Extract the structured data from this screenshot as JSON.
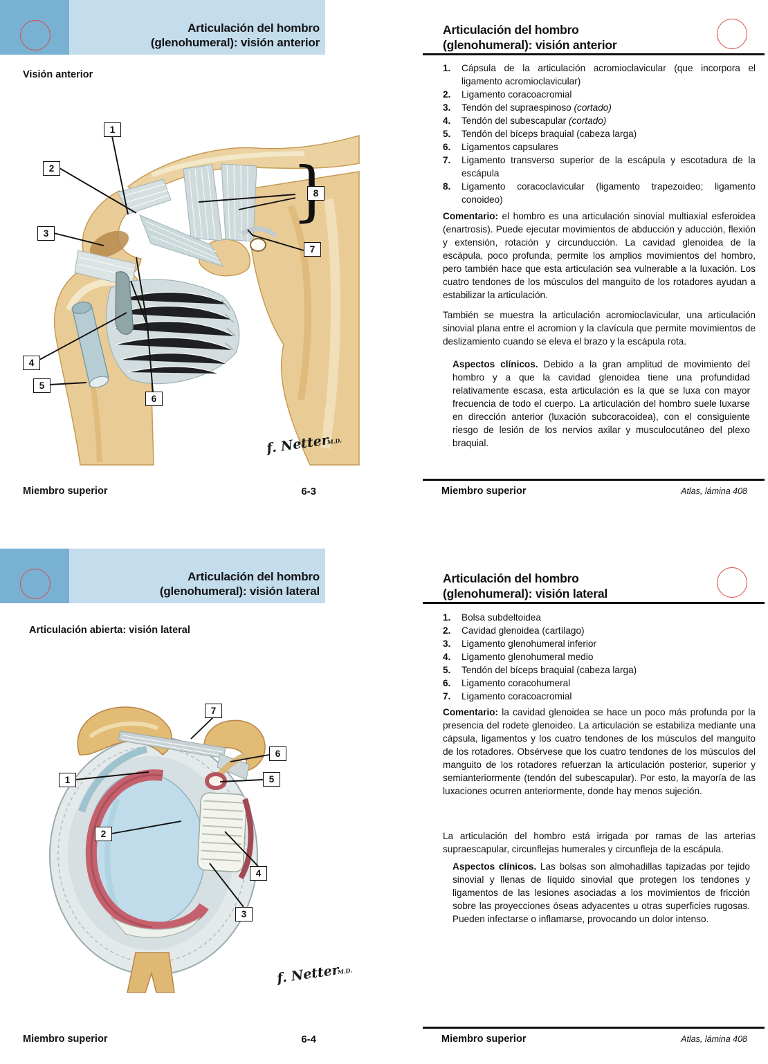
{
  "colors": {
    "band_light": "#c3dded",
    "band_dark": "#79b1d3",
    "punch_red": "#d94b4b",
    "text": "#111111",
    "bone": "#e9cb96",
    "bone_dark": "#c69a55",
    "ligament": "#d3dddf",
    "cavity_blue": "#c0dcea",
    "labrum_red": "#c4616d"
  },
  "cards": {
    "front_anterior": {
      "title_line1": "Articulación del hombro",
      "title_line2": "(glenohumeral): visión anterior",
      "caption": "Visión anterior",
      "labels": [
        "1",
        "2",
        "3",
        "4",
        "5",
        "6",
        "7",
        "8"
      ],
      "signature": "f. Netter",
      "signature_md": "M.D.",
      "footer_left": "Miembro superior",
      "footer_right": "6-3"
    },
    "back_anterior": {
      "title_line1": "Articulación del hombro",
      "title_line2": "(glenohumeral): visión anterior",
      "items": [
        {
          "n": "1.",
          "text": "Cápsula de la articulación acromioclavicular (que incorpora el ligamento acromioclavicular)",
          "it": ""
        },
        {
          "n": "2.",
          "text": "Ligamento coracoacromial",
          "it": ""
        },
        {
          "n": "3.",
          "text": "Tendón del supraespinoso",
          "it": " (cortado)"
        },
        {
          "n": "4.",
          "text": "Tendón del subescapular",
          "it": " (cortado)"
        },
        {
          "n": "5.",
          "text": "Tendón del bíceps braquial (cabeza larga)",
          "it": ""
        },
        {
          "n": "6.",
          "text": "Ligamentos capsulares",
          "it": ""
        },
        {
          "n": "7.",
          "text": "Ligamento transverso superior de la escápula y escotadura de la escápula",
          "it": ""
        },
        {
          "n": "8.",
          "text": "Ligamento coracoclavicular (ligamento trapezoideo; ligamento conoideo)",
          "it": ""
        }
      ],
      "comment_label": "Comentario:",
      "comment_text": " el hombro es una articulación sinovial multiaxial esferoidea (enartrosis). Puede ejecutar movimientos de abducción y aducción, flexión y extensión, rotación y circunducción. La cavidad glenoidea de la escápula, poco profunda, permite los amplios movimientos del hombro, pero también hace que esta articulación sea vulnerable a la luxación. Los cuatro tendones de los músculos del manguito de los rotadores ayudan a estabilizar la articulación.",
      "para2": "También se muestra la articulación acromioclavicular, una articulación sinovial plana entre el acromion y la clavícula que permite movimientos de deslizamiento cuando se eleva el brazo y la escápula rota.",
      "clinical_label": "Aspectos clínicos.",
      "clinical_text": " Debido a la gran amplitud de movimiento del hombro y a que la cavidad glenoidea tiene una profundidad relativamente escasa, esta articulación es la que se luxa con mayor frecuencia de todo el cuerpo. La articulación del hombro suele luxarse en dirección anterior (luxación subcoracoidea), con el consiguiente riesgo de lesión de los nervios axilar y musculocutáneo del plexo braquial.",
      "footer_left": "Miembro superior",
      "footer_right": "Atlas, lámina 408"
    },
    "front_lateral": {
      "title_line1": "Articulación del hombro",
      "title_line2": "(glenohumeral): visión lateral",
      "caption": "Articulación abierta: visión lateral",
      "labels": [
        "1",
        "2",
        "3",
        "4",
        "5",
        "6",
        "7"
      ],
      "signature": "f. Netter",
      "signature_md": "M.D.",
      "footer_left": "Miembro superior",
      "footer_right": "6-4"
    },
    "back_lateral": {
      "title_line1": "Articulación del hombro",
      "title_line2": "(glenohumeral): visión lateral",
      "items": [
        {
          "n": "1.",
          "text": "Bolsa subdeltoidea",
          "it": ""
        },
        {
          "n": "2.",
          "text": "Cavidad glenoidea (cartílago)",
          "it": ""
        },
        {
          "n": "3.",
          "text": "Ligamento glenohumeral inferior",
          "it": ""
        },
        {
          "n": "4.",
          "text": "Ligamento glenohumeral medio",
          "it": ""
        },
        {
          "n": "5.",
          "text": "Tendón del bíceps braquial (cabeza larga)",
          "it": ""
        },
        {
          "n": "6.",
          "text": "Ligamento coracohumeral",
          "it": ""
        },
        {
          "n": "7.",
          "text": "Ligamento coracoacromial",
          "it": ""
        }
      ],
      "comment_label": "Comentario:",
      "comment_text": " la cavidad glenoidea se hace un poco más profunda por la presencia del rodete glenoideo. La articulación se estabiliza mediante una cápsula, ligamentos y los cuatro tendones de los músculos del manguito de los rotadores. Obsérvese que los cuatro tendones de los músculos del manguito de los rotadores refuerzan la articulación posterior, superior y semianteriormente (tendón del subescapular). Por esto, la mayoría de las luxaciones ocurren anteriormente, donde hay menos sujeción.",
      "para2": "La articulación del hombro está irrigada por ramas de las arterias supraescapular, circunflejas humerales y circunfleja de la escápula.",
      "clinical_label": "Aspectos clínicos.",
      "clinical_text": " Las bolsas son almohadillas tapizadas por tejido sinovial y llenas de líquido sinovial que protegen los tendones y ligamentos de las lesiones asociadas a los movimientos de fricción sobre las proyecciones óseas adyacentes u otras superficies rugosas. Pueden infectarse o inflamarse, provocando un dolor intenso.",
      "footer_left": "Miembro superior",
      "footer_right": "Atlas, lámina 408"
    }
  }
}
